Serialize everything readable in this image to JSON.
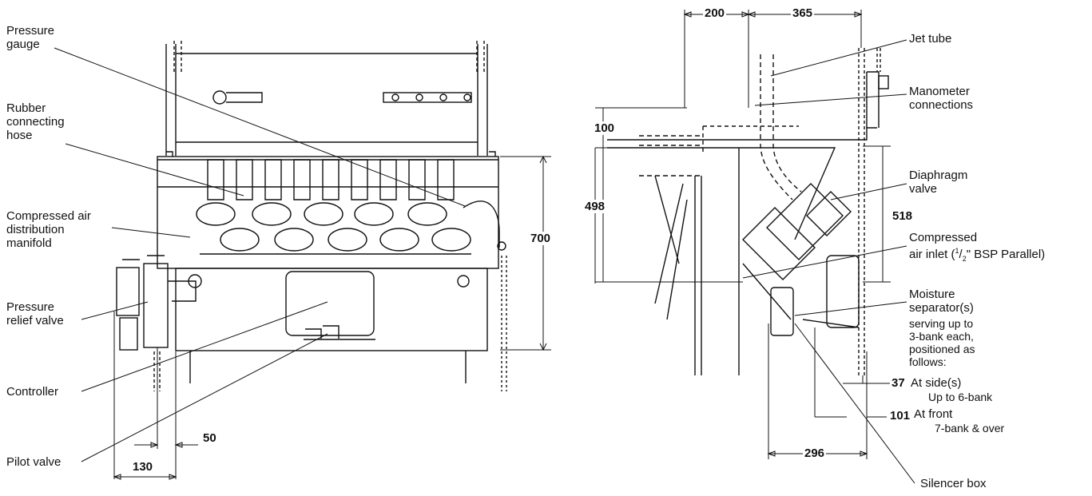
{
  "left_labels": {
    "pressure_gauge": [
      "Pressure",
      "gauge"
    ],
    "rubber_hose": [
      "Rubber",
      "connecting",
      "hose"
    ],
    "manifold": [
      "Compressed air",
      "distribution",
      "manifold"
    ],
    "relief_valve": [
      "Pressure",
      "relief valve"
    ],
    "controller": "Controller",
    "pilot_valve": "Pilot valve"
  },
  "left_dims": {
    "d700": "700",
    "d50": "50",
    "d130": "130"
  },
  "right_labels": {
    "jet_tube": "Jet tube",
    "manometer": [
      "Manometer",
      "connections"
    ],
    "diaphragm": [
      "Diaphragm",
      "valve"
    ],
    "air_inlet_1": "Compressed",
    "air_inlet_2": "air inlet (",
    "air_inlet_sup": "1",
    "air_inlet_sub": "2",
    "air_inlet_3": "\" BSP Parallel)",
    "moisture": [
      "Moisture",
      "separator(s)"
    ],
    "serving": [
      "serving up to",
      "3-bank each,",
      "positioned as",
      "follows:"
    ],
    "at_side": "At side(s)",
    "up_to_6": "Up to 6-bank",
    "at_front": "At front",
    "bank_7": "7-bank & over",
    "silencer": "Silencer box"
  },
  "right_dims": {
    "d200": "200",
    "d365": "365",
    "d100": "100",
    "d498": "498",
    "d518": "518",
    "d37": "37",
    "d101": "101",
    "d296": "296"
  }
}
